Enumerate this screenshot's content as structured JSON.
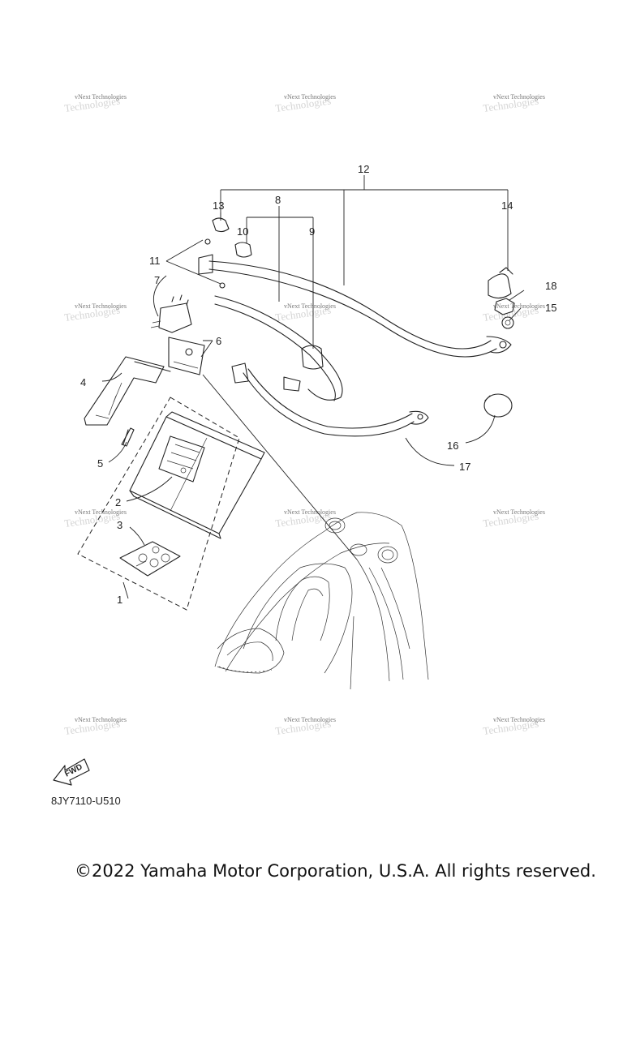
{
  "diagram": {
    "callouts": [
      "1",
      "2",
      "3",
      "4",
      "5",
      "6",
      "7",
      "8",
      "9",
      "10",
      "11",
      "12",
      "13",
      "14",
      "15",
      "16",
      "17",
      "18"
    ],
    "watermark": "vNext Technologies",
    "fwd_label": "FWD",
    "diagram_code": "8JY7110-U510",
    "copyright": "©2022 Yamaha Motor Corporation, U.S.A. All rights reserved."
  }
}
